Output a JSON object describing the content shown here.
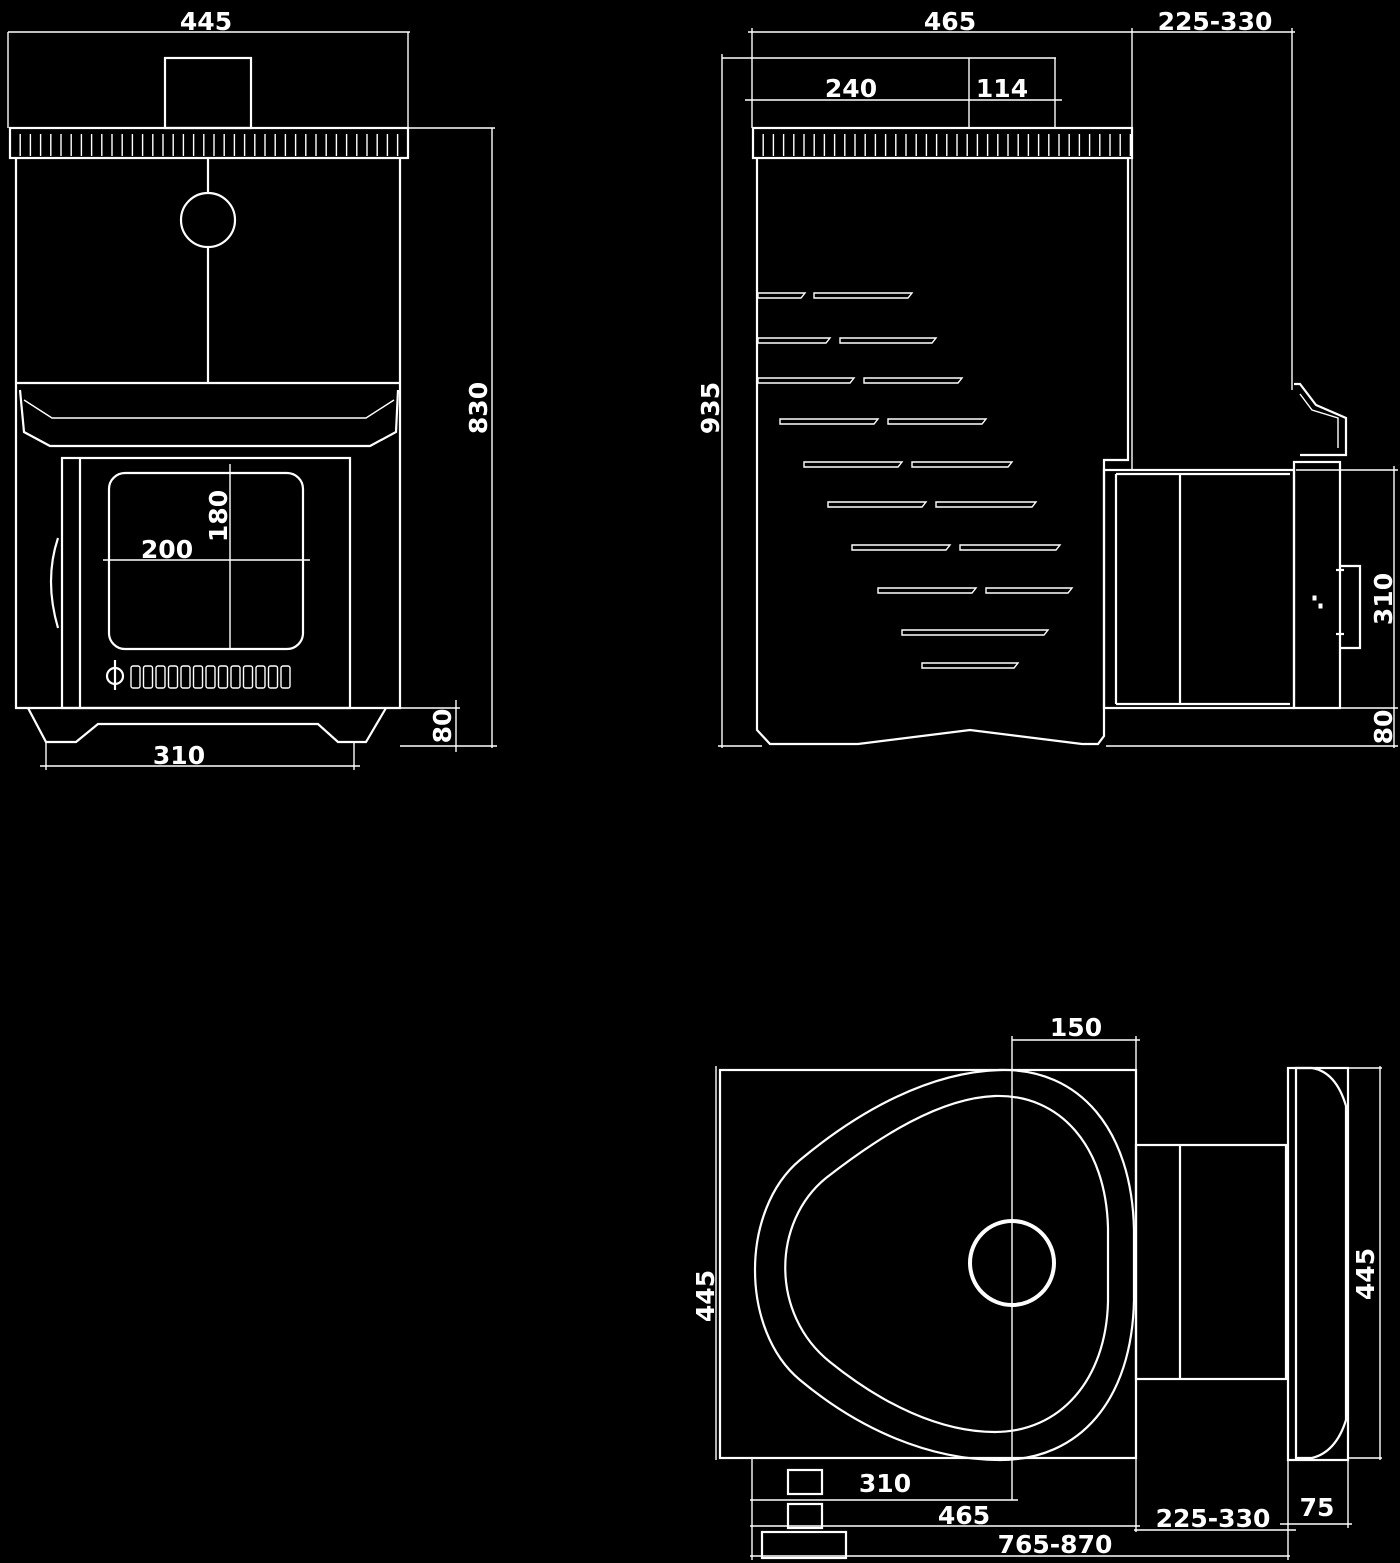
{
  "diagram": {
    "views": {
      "front": {
        "dims": {
          "width_top": "445",
          "height_total": "830",
          "base_width": "310",
          "base_height": "80",
          "glass_width": "200",
          "glass_height": "180"
        }
      },
      "side": {
        "dims": {
          "depth": "465",
          "tank_extension": "225-330",
          "top_part_a": "240",
          "top_part_b": "114",
          "height_total": "935",
          "tank_height": "310",
          "base_height": "80"
        }
      },
      "top": {
        "dims": {
          "flue_offset": "150",
          "width_left": "445",
          "width_right": "445",
          "base_depth": "310",
          "depth": "465",
          "tank_extension": "225-330",
          "tank_end": "75",
          "overall_length": "765-870"
        }
      }
    }
  }
}
